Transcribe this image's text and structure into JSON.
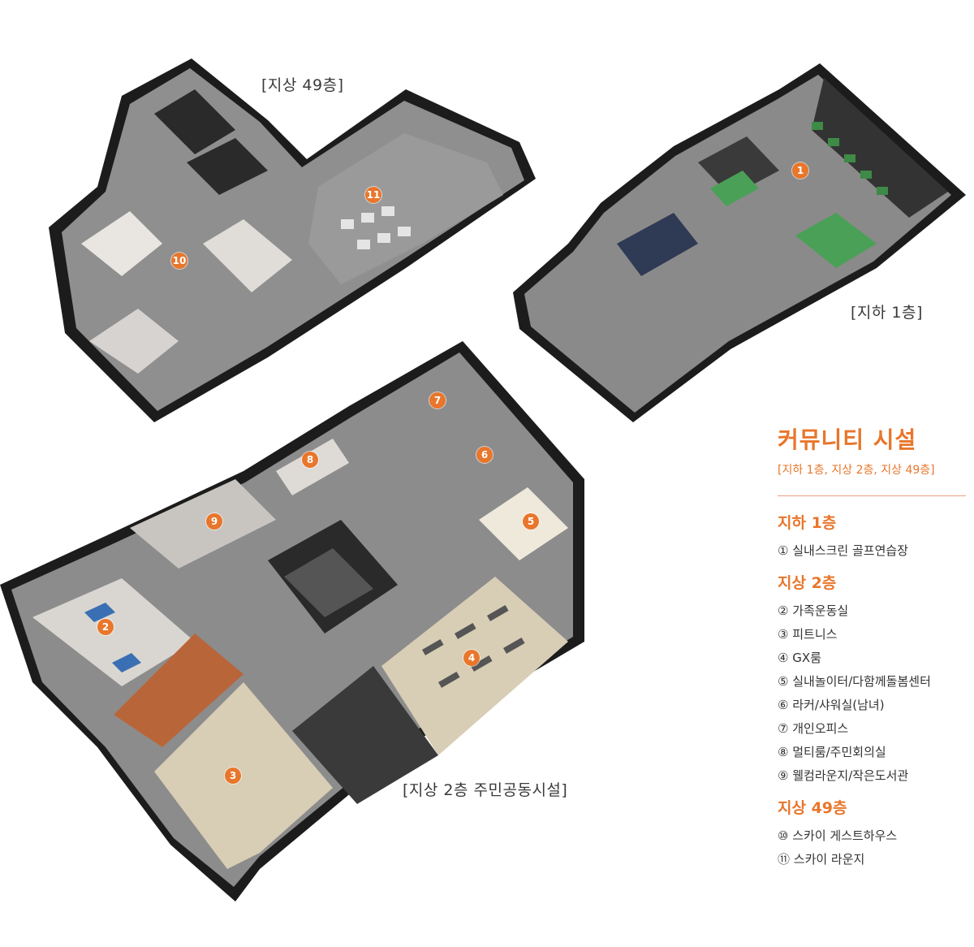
{
  "plans": [
    {
      "label": "[지상 49층]"
    },
    {
      "label": "[지하 1층]"
    },
    {
      "label": "[지상 2층 주민공동시설]"
    }
  ],
  "markers": [
    "1",
    "2",
    "3",
    "4",
    "5",
    "6",
    "7",
    "8",
    "9",
    "10",
    "11"
  ],
  "legend": {
    "title": "커뮤니티 시설",
    "subtitle": "[지하 1층, 지상 2층, 지상 49층]",
    "groups": [
      {
        "heading": "지하 1층",
        "items": [
          "① 실내스크린 골프연습장"
        ]
      },
      {
        "heading": "지상 2층",
        "items": [
          "② 가족운동실",
          "③ 피트니스",
          "④ GX룸",
          "⑤ 실내놀이터/다함께돌봄센터",
          "⑥ 라커/샤워실(남녀)",
          "⑦ 개인오피스",
          "⑧ 멀티룸/주민회의실",
          "⑨ 웰컴라운지/작은도서관"
        ]
      },
      {
        "heading": "지상 49층",
        "items": [
          "⑩ 스카이 게스트하우스",
          "⑪ 스카이 라운지"
        ]
      }
    ]
  },
  "colors": {
    "accent": "#e8762b",
    "wall": "#1c1c1c",
    "floor_gray": "#8f8f8f",
    "floor_light": "#d6d3d0",
    "golf_green": "#3e8a47",
    "wood_floor": "#d8cdb5",
    "orange_floor": "#b9653a",
    "dark_floor": "#3a3a3a"
  }
}
